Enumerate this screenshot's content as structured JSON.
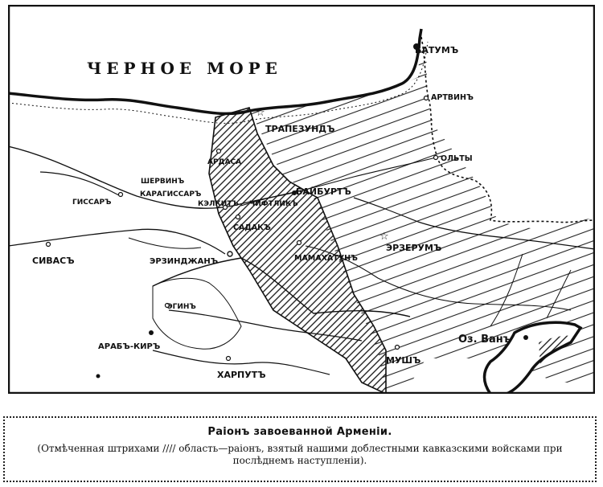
{
  "map": {
    "sea_label": "ЧЕРНОЕ МОРЕ",
    "lake_label": "Оз. Ванъ",
    "cities": {
      "batum": "БАТУМЪ",
      "artvin": "АРТВИНЪ",
      "trapezund": "ТРАПЕЗУНДЪ",
      "olty": "ОЛЬТЫ",
      "ardasa": "АРДАСА",
      "shervin": "ШЕРВИНЪ",
      "karagissar": "КАРАГИССАРЪ",
      "gissar": "ГИССАРЪ",
      "kelkit": "КЭЛКИТЪ",
      "chiftlik": "ЧИФТЛИКЪ",
      "baiburt": "БАЙБУРТЪ",
      "sadak": "САДАКЪ",
      "erzerum": "ЭРЗЕРУМЪ",
      "sivas": "СИВАСЪ",
      "erzindzhan": "ЭРЗИНДЖАНЪ",
      "mamakhatun": "МАМАХАТУНЪ",
      "egin": "ЭГИНЪ",
      "arabkir": "АРАБЪ-КИРЪ",
      "kharput": "ХАРПУТЪ",
      "mush": "МУШЪ"
    }
  },
  "caption": {
    "title": "Раіонъ завоеванной Арменіи.",
    "note": "(Отмѣченная штрихами //// область—раіонъ, взятый нашими доблестными кавказскими войсками при послѣднемъ наступленіи)."
  }
}
